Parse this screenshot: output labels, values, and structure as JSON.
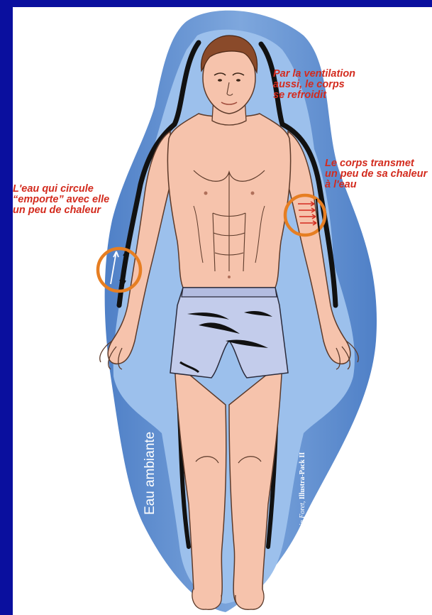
{
  "annotations": {
    "ventilation": "Par la ventilation\naussi, le corps\nse refroidit",
    "transmet": "Le corps transmet\nun peu de sa chaleur\nà l'eau",
    "circule": "L'eau qui circule\n“emporte” avec elle\nun peu de chaleur"
  },
  "water_label": "Eau ambiante",
  "credit": {
    "author": "© Alain Foret,",
    "pack": "Illustra-Pack II"
  },
  "colors": {
    "background": "#0a0f9e",
    "water_outer": "#5c8bd0",
    "water_inner": "#8fb4e6",
    "skin": "#f6c3ac",
    "skin_outline": "#5c3a2a",
    "hair": "#8a4a2a",
    "shorts": "#c3cceb",
    "annotation_text": "#d32b1e",
    "highlight_circle": "#e67e22"
  }
}
